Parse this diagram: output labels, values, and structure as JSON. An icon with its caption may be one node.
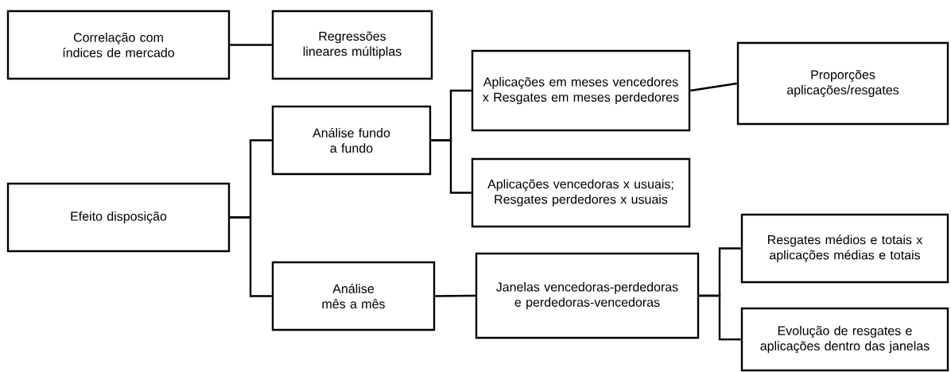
{
  "diagram": {
    "nodes": [
      {
        "text": [
          "Correlação com índices de mercado"
        ]
      },
      {
        "text": [
          "Regressões lineares múltiplas"
        ]
      },
      {
        "text": [
          "Efeito disposição"
        ]
      },
      {
        "text": [
          "Análise fundo a fundo"
        ]
      },
      {
        "text": [
          "Aplicações em meses vencedores x Resgates em meses perdedores"
        ]
      },
      {
        "text": [
          "Aplicações vencedoras x usuais; Resgates perdedores x usuais"
        ]
      },
      {
        "text": [
          "Proporções aplicações/resgates"
        ]
      },
      {
        "text": [
          "Análise mês a mês"
        ]
      },
      {
        "text": [
          "Janelas vencedoras-perdedoras e perdedoras-vencedoras"
        ]
      },
      {
        "text": [
          "Resgates médios e totais x aplicações médias e totais"
        ]
      },
      {
        "text": [
          "Evolução de resgates e aplicações dentro das janelas"
        ]
      }
    ],
    "edges": [
      {
        "from": 0,
        "to": 1,
        "arrow": "none"
      },
      {
        "from": 2,
        "to": 3,
        "arrow": "none"
      },
      {
        "from": 2,
        "to": 7,
        "arrow": "none"
      },
      {
        "from": 3,
        "to": 4,
        "arrow": "none"
      },
      {
        "from": 3,
        "to": 5,
        "arrow": "none"
      },
      {
        "from": 4,
        "to": 6,
        "arrow": "none"
      },
      {
        "from": 7,
        "to": 8,
        "arrow": "none"
      },
      {
        "from": 8,
        "to": 9,
        "arrow": "none"
      },
      {
        "from": 8,
        "to": 10,
        "arrow": "none"
      }
    ]
  }
}
